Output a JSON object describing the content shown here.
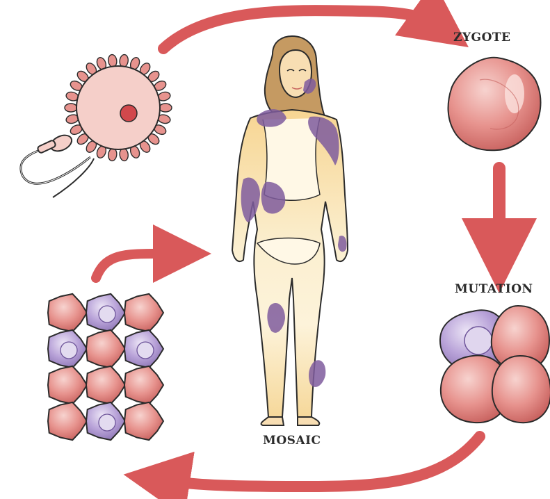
{
  "labels": {
    "zygote": "ZYGOTE",
    "mutation": "MUTATION",
    "mosaic": "MOSAIC"
  },
  "colors": {
    "arrow": "#d9595a",
    "cell_red": "#e99a96",
    "cell_red_dark": "#c85e5d",
    "cell_purple": "#b9a4d6",
    "cell_purple_dark": "#6e559a",
    "skin": "#f6dfa0",
    "patch": "#7f5c9e",
    "outline": "#2b2b2b"
  },
  "icons": [
    "egg-cell-icon",
    "sperm-cell-icon",
    "zygote-cell-icon",
    "mutated-cell-cluster-icon",
    "mosaic-tissue-icon",
    "female-figure-icon"
  ]
}
